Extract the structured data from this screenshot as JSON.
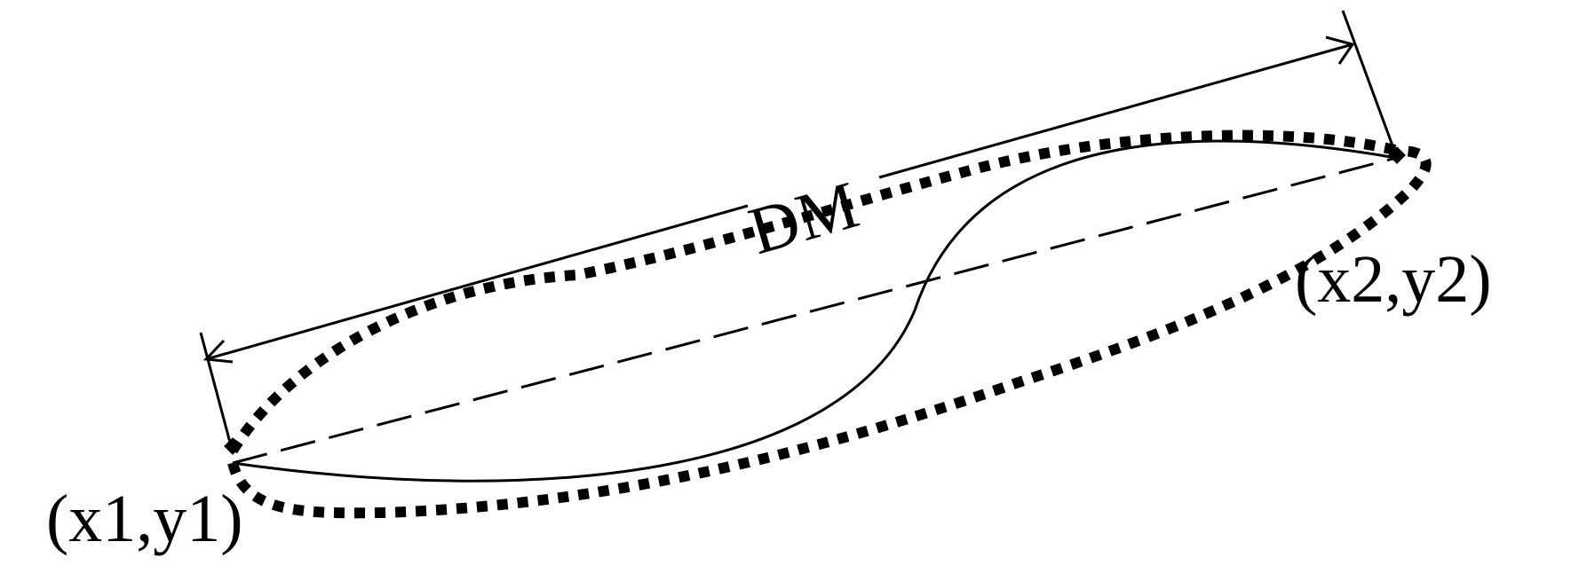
{
  "diagram": {
    "labels": {
      "dimension": "DM",
      "start_point": "(x1,y1)",
      "end_point": "(x2,y2)"
    },
    "colors": {
      "stroke": "#000000",
      "background": "#ffffff"
    }
  }
}
